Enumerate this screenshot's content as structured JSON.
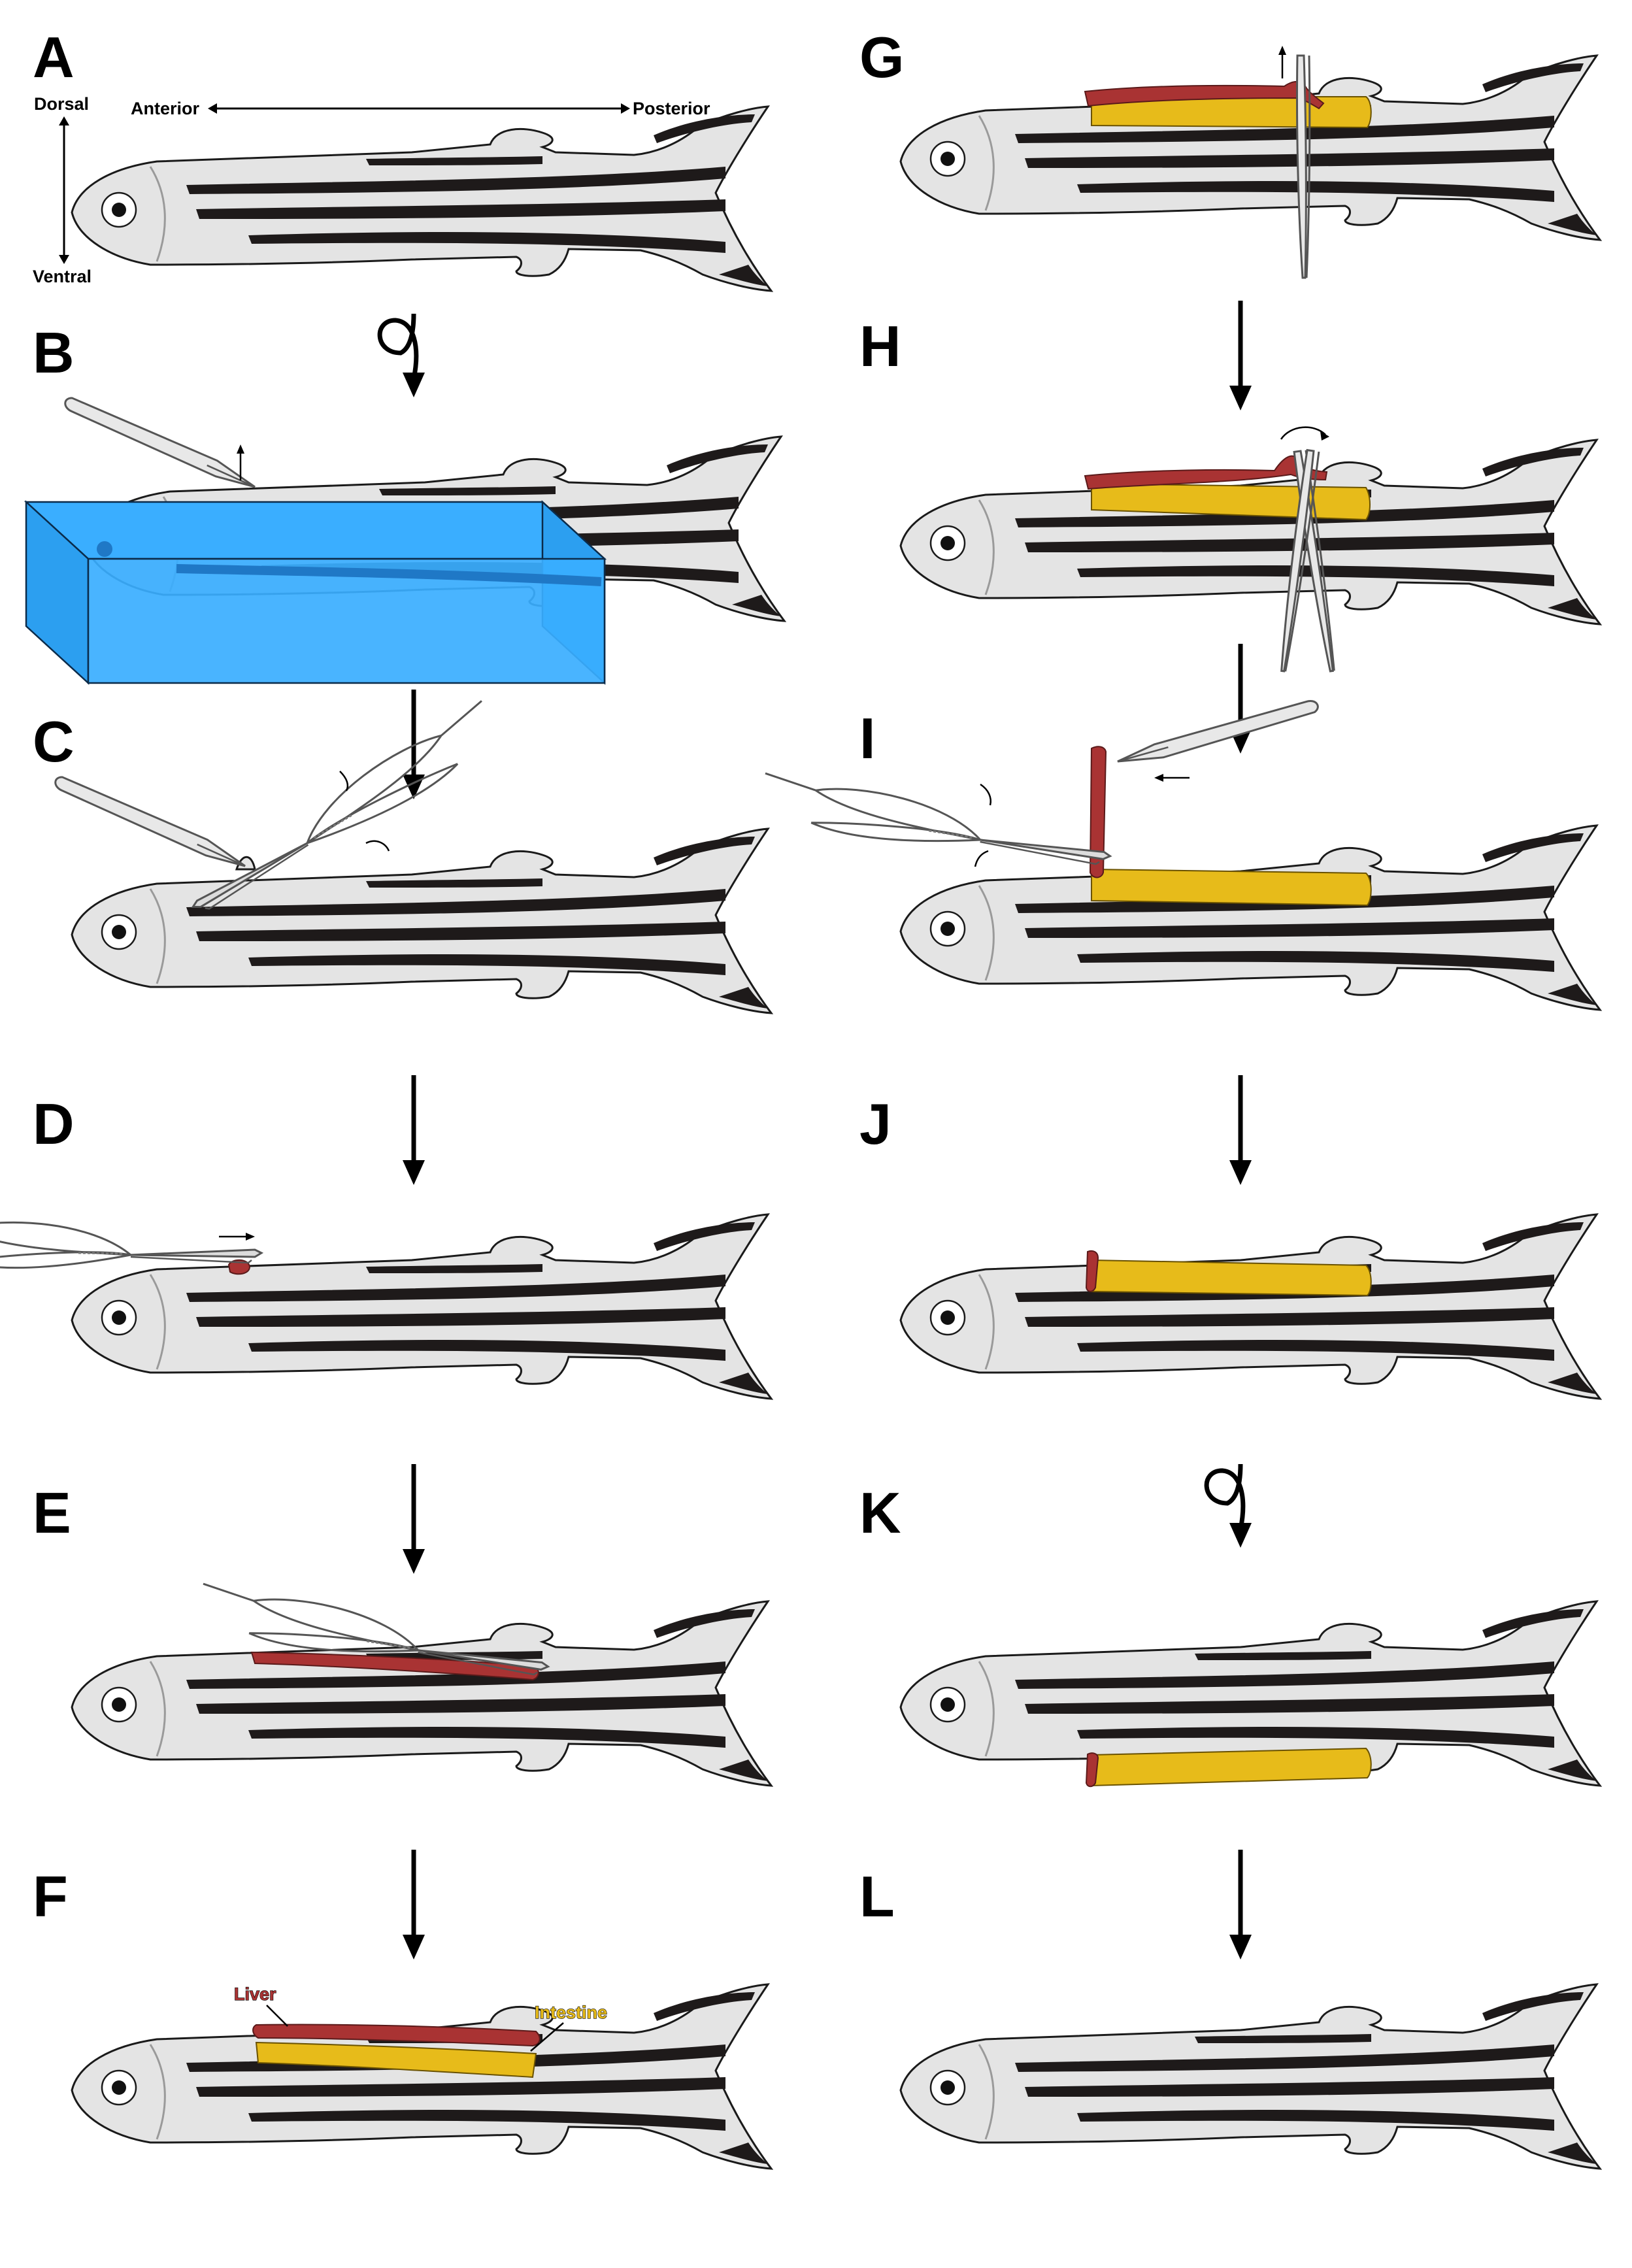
{
  "panels": [
    {
      "letter": "A"
    },
    {
      "letter": "B"
    },
    {
      "letter": "C"
    },
    {
      "letter": "D"
    },
    {
      "letter": "E"
    },
    {
      "letter": "F"
    },
    {
      "letter": "G"
    },
    {
      "letter": "H"
    },
    {
      "letter": "I"
    },
    {
      "letter": "J"
    },
    {
      "letter": "K"
    },
    {
      "letter": "L"
    }
  ],
  "axes": {
    "dorsal": "Dorsal",
    "ventral": "Ventral",
    "anterior": "Anterior",
    "posterior": "Posterior"
  },
  "organs": {
    "liver": "Liver",
    "intestine": "Intestine"
  },
  "colors": {
    "fish_body": "#e4e4e4",
    "stripe": "#1e1a1a",
    "liver": "#a93333",
    "intestine": "#e7bb1a",
    "anesthetic_box": "#3aaeff"
  }
}
